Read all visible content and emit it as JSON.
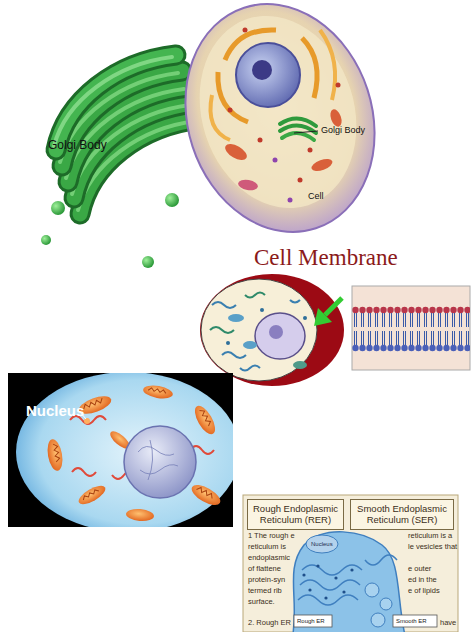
{
  "diagram": {
    "nodes": [
      {
        "text": [
          "Rough Endoplasmic Reticulum (RER)"
        ]
      },
      {
        "text": [
          "Smooth Endoplasmic Reticulum (SER)"
        ]
      }
    ],
    "labels": [
      "Golgi Body",
      "Golgi Body",
      "Cell",
      "Cell Membrane",
      "Nucleus",
      "Nucleus",
      "1 The rough e",
      "reticulum is",
      "endoplasmic",
      "of flattene",
      "protein-syn",
      "termed rib",
      "surface.",
      "2. Rough ER",
      "reticulum is a",
      "le vesicles that",
      "e outer",
      "ed in the",
      "e of lipids",
      "have",
      "Rough ER",
      "Smooth ER"
    ]
  }
}
